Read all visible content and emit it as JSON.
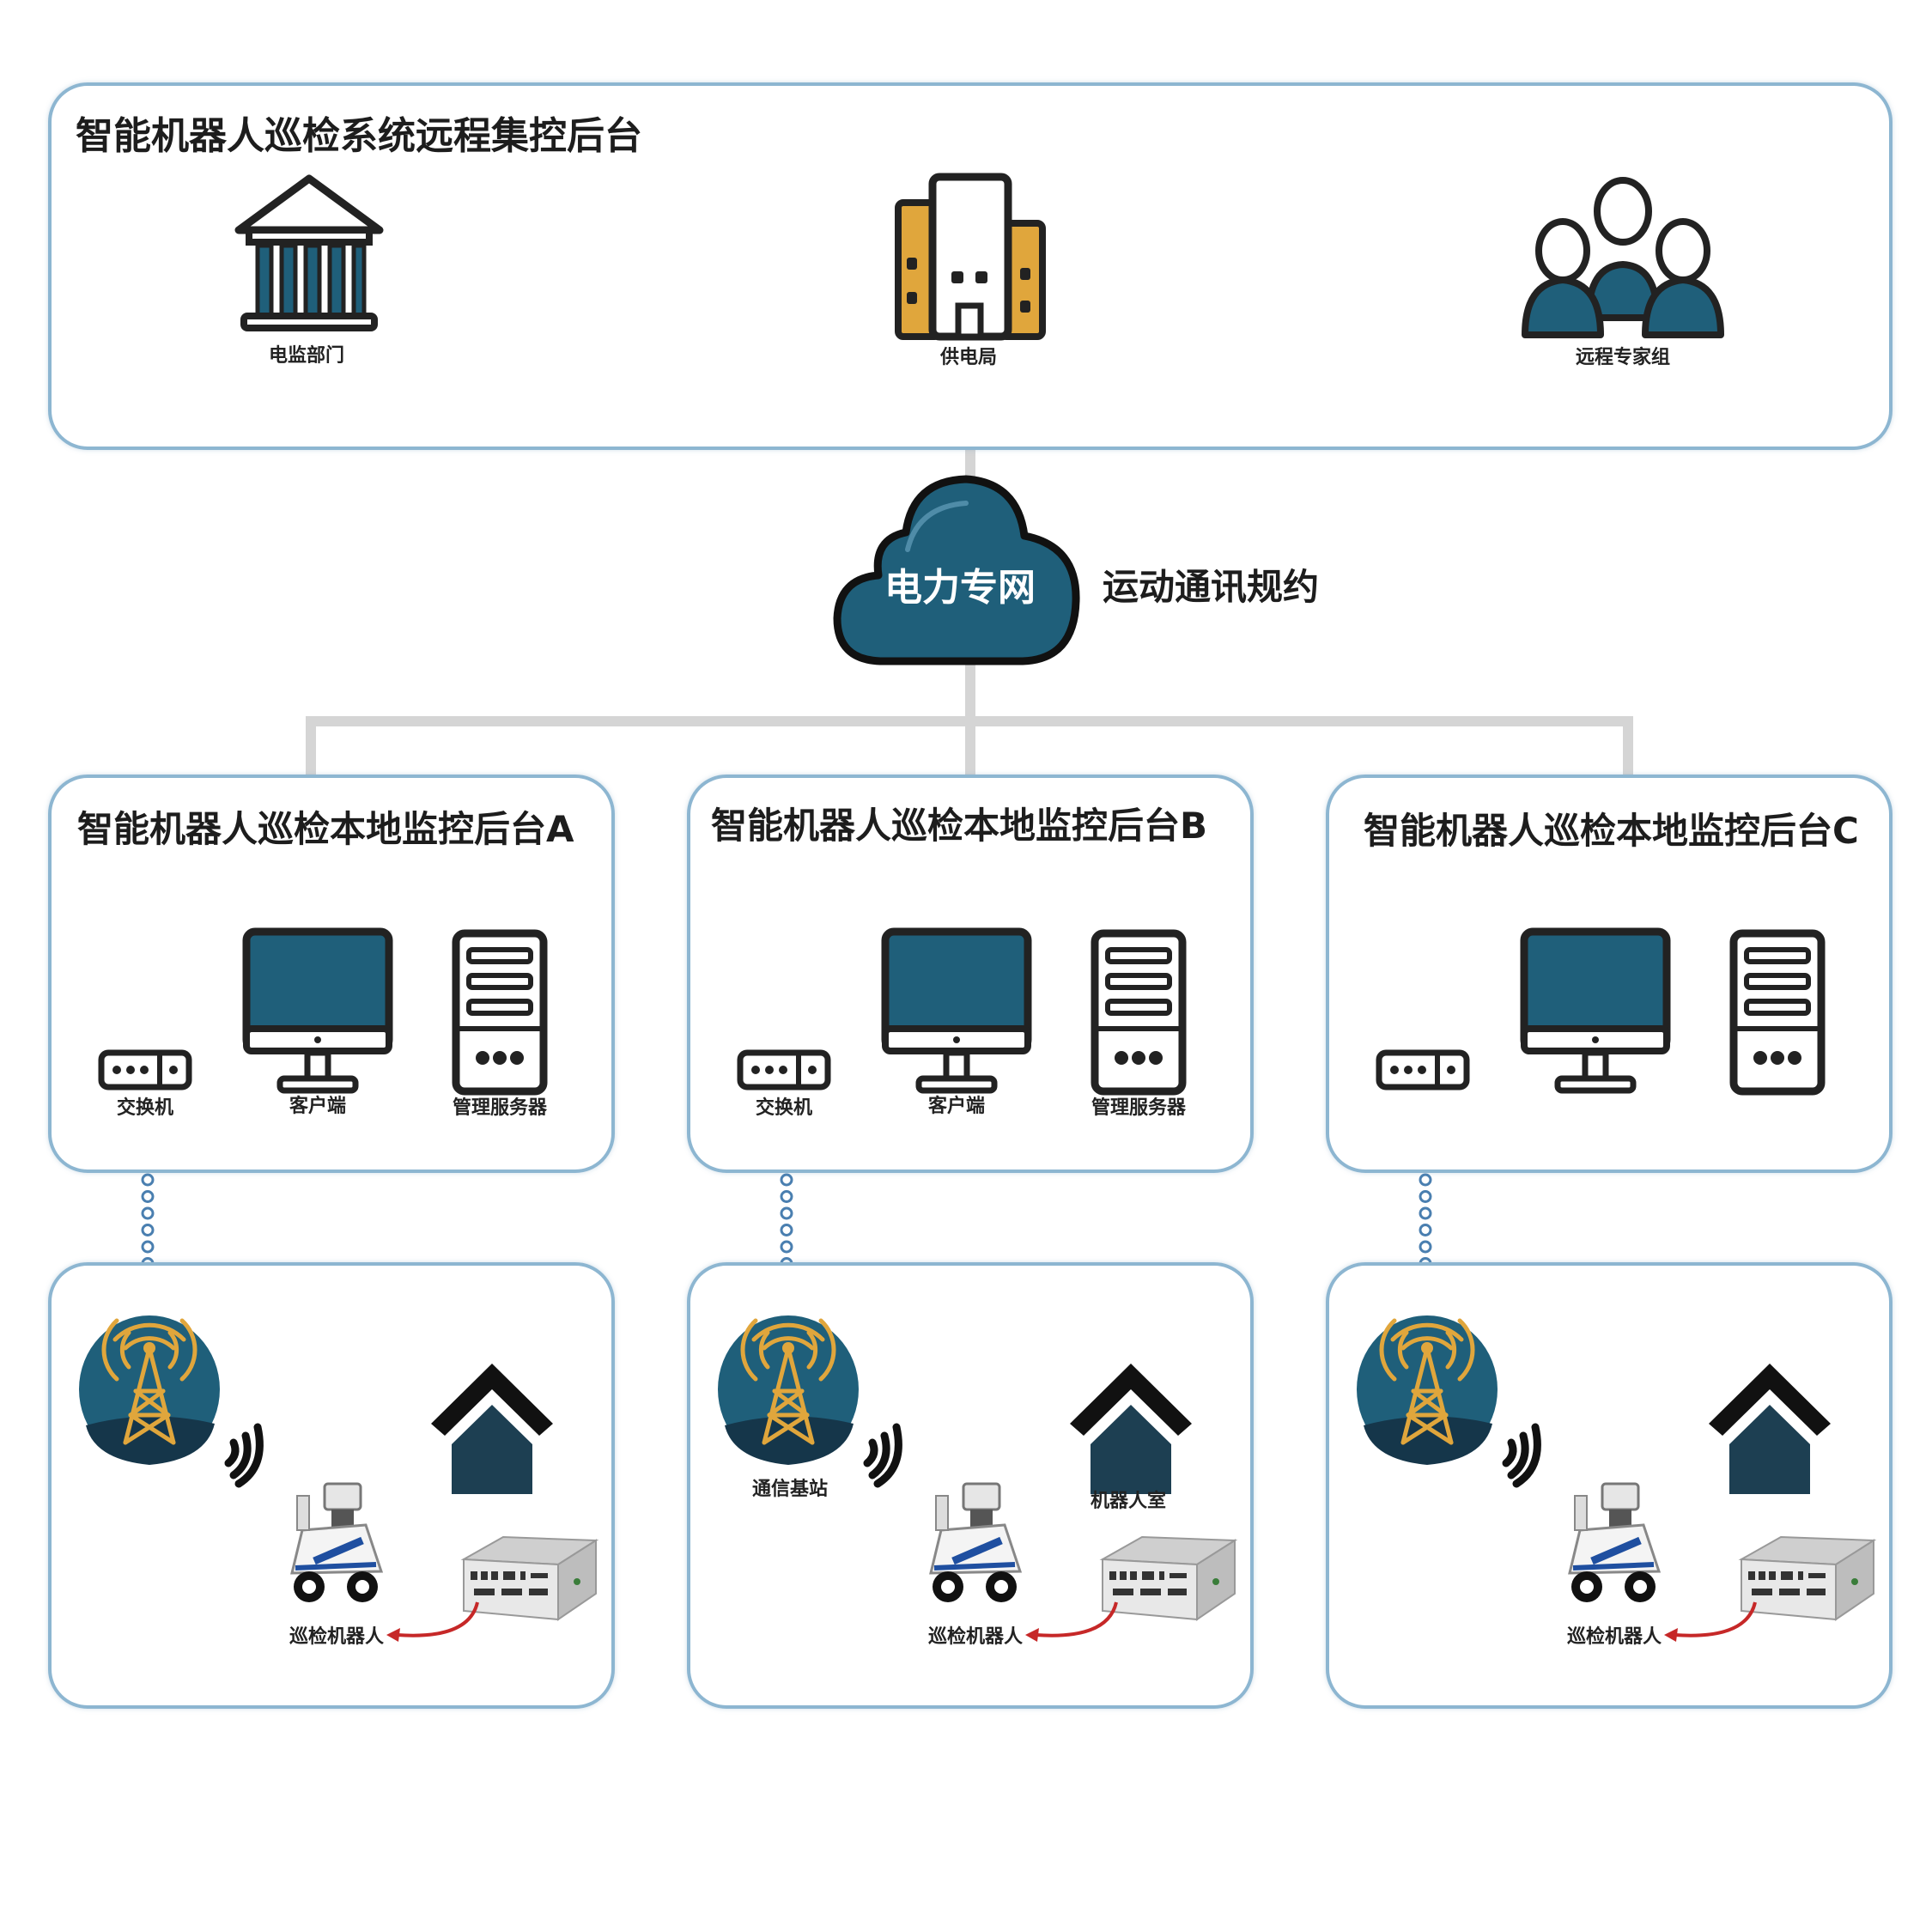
{
  "central": {
    "title": "智能机器人巡检系统远程集控后台",
    "nodes": [
      {
        "label": "电监部门",
        "icon": "government-building-icon"
      },
      {
        "label": "供电局",
        "icon": "office-building-icon"
      },
      {
        "label": "远程专家组",
        "icon": "expert-group-icon"
      }
    ]
  },
  "network": {
    "cloud_label": "电力专网",
    "protocol_label": "运动通讯规约",
    "icon": "cloud-icon"
  },
  "local_backends": [
    {
      "title": "智能机器人巡检本地监控后台A",
      "switch_label": "交换机",
      "client_label": "客户端",
      "server_label": "管理服务器"
    },
    {
      "title": "智能机器人巡检本地监控后台B",
      "switch_label": "交换机",
      "client_label": "客户端",
      "server_label": "管理服务器"
    },
    {
      "title": "智能机器人巡检本地监控后台C",
      "switch_label": "",
      "client_label": "",
      "server_label": ""
    }
  ],
  "sites": [
    {
      "base_station_label": "",
      "robot_house_label": "",
      "robot_label": "巡检机器人"
    },
    {
      "base_station_label": "通信基站",
      "robot_house_label": "机器人室",
      "robot_label": "巡检机器人"
    },
    {
      "base_station_label": "",
      "robot_house_label": "",
      "robot_label": "巡检机器人"
    }
  ],
  "colors": {
    "panel_border": "#8db6d1",
    "teal": "#1f5f7a",
    "orange": "#e0a63c",
    "connector": "#d5d5d5",
    "wireless_dots": "#4a7fb0",
    "red_arrow": "#c62828"
  }
}
